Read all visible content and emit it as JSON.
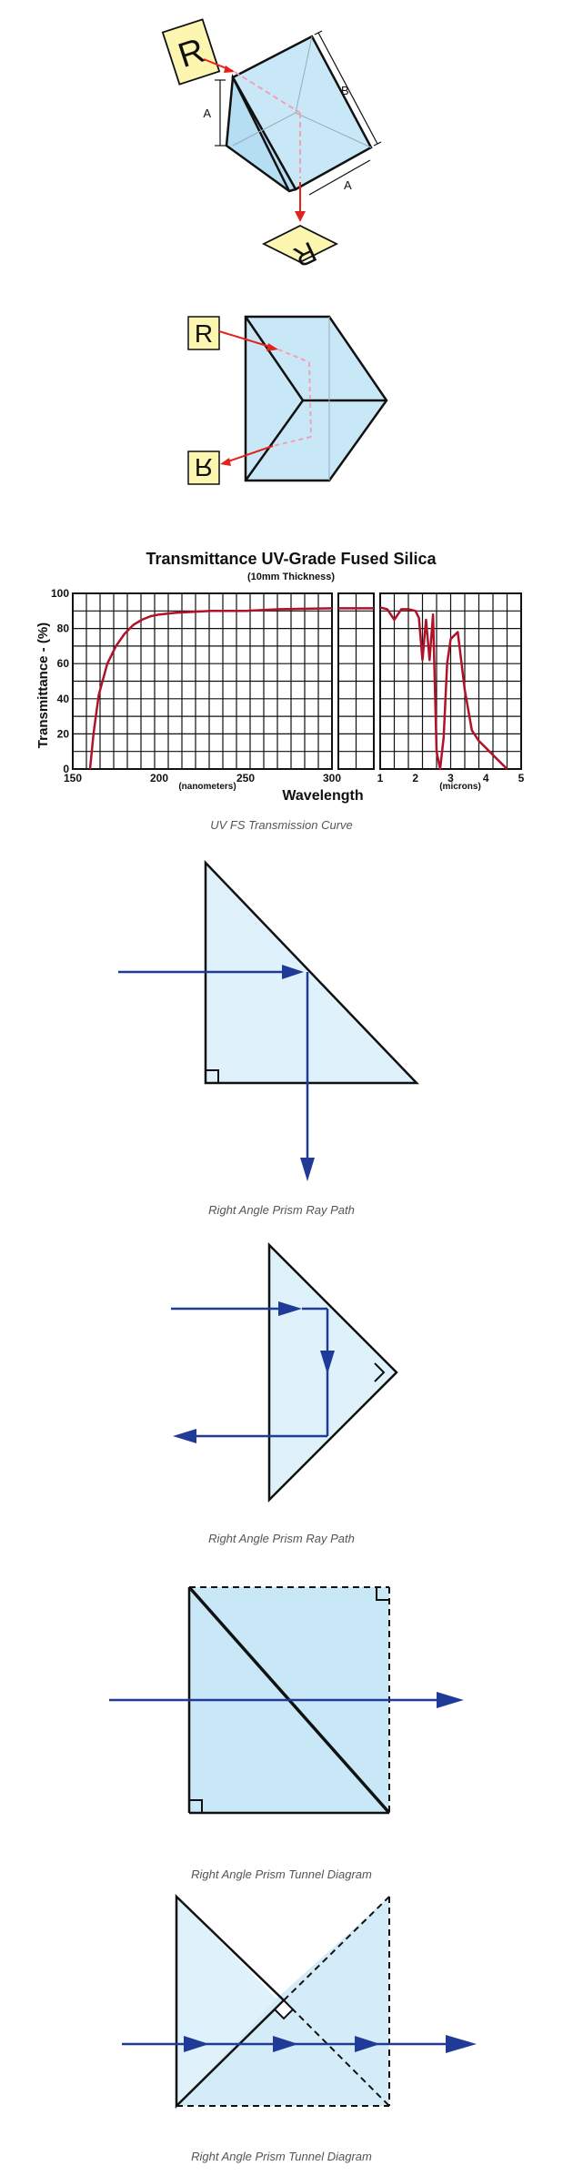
{
  "fig1": {
    "label_r": "R",
    "label_a1": "A",
    "label_b": "B",
    "label_a2": "A",
    "label_r_out": "R"
  },
  "fig2": {
    "label_r": "R",
    "label_r_out": "R"
  },
  "transmission": {
    "title": "Transmittance UV-Grade Fused Silica",
    "subtitle": "(10mm Thickness)",
    "y_label": "Transmittance - (%)",
    "x_label": "Wavelength",
    "unit_nm": "(nanometers)",
    "unit_um": "(microns)",
    "y_ticks": [
      "0",
      "20",
      "40",
      "60",
      "80",
      "100"
    ],
    "x_ticks_nm": [
      "150",
      "200",
      "250",
      "300"
    ],
    "x_ticks_um": [
      "1",
      "2",
      "3",
      "4",
      "5"
    ],
    "caption": "UV FS Transmission Curve"
  },
  "chart_data": {
    "type": "line",
    "title": "Transmittance UV-Grade Fused Silica",
    "subtitle": "(10mm Thickness)",
    "ylabel": "Transmittance - (%)",
    "xlabel": "Wavelength",
    "ylim": [
      0,
      100
    ],
    "grid": true,
    "series": [
      {
        "x": [
          160,
          162,
          165,
          170,
          175,
          180,
          185,
          190,
          195,
          200,
          210,
          220,
          230,
          250,
          270,
          300
        ],
        "y": [
          0,
          20,
          42,
          60,
          70,
          77,
          82,
          85,
          87,
          88,
          89,
          89.5,
          90,
          90,
          91,
          91.5
        ]
      },
      {
        "x": [
          1.0,
          1.2,
          1.4,
          1.6,
          1.8,
          2.0,
          2.1,
          2.2,
          2.3,
          2.4,
          2.5,
          2.6,
          2.7,
          2.8,
          2.9,
          3.0,
          3.2,
          3.4,
          3.6,
          3.8,
          4.0,
          4.2,
          4.4,
          4.6
        ],
        "y": [
          92,
          91,
          85,
          91,
          91,
          90,
          86,
          62,
          85,
          62,
          88,
          10,
          0,
          18,
          60,
          74,
          78,
          45,
          22,
          16,
          12,
          8,
          4,
          0
        ]
      }
    ]
  },
  "ray_path1": {
    "caption": "Right Angle Prism Ray Path"
  },
  "ray_path2": {
    "caption": "Right Angle Prism Ray Path"
  },
  "tunnel1": {
    "caption": "Right Angle Prism Tunnel Diagram"
  },
  "tunnel2": {
    "caption": "Right Angle Prism Tunnel Diagram"
  },
  "colors": {
    "prism_fill": "#c8e8f8",
    "prism_light": "#dff1fb",
    "ray_red": "#e2231a",
    "ray_pink": "#f4a0b0",
    "ray_blue": "#203a98",
    "curve": "#b0122a",
    "label_box": "#fdf6b0"
  }
}
